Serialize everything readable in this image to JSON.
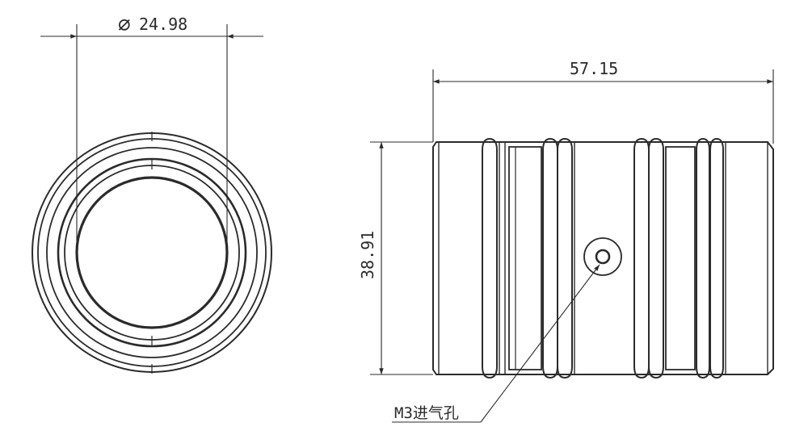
{
  "end_view": {
    "diameter_symbol": "⌀",
    "diameter_value": "24.98"
  },
  "side_view": {
    "length_value": "57.15",
    "height_value": "38.91"
  },
  "callout": {
    "text": "M3进气孔"
  },
  "colors": {
    "line": "#2b2b2b",
    "background": "#ffffff"
  }
}
